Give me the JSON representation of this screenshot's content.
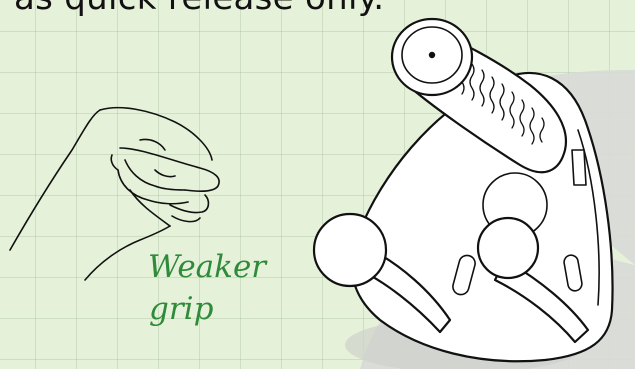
{
  "caption": "as quick release only.",
  "grip_label": {
    "line1": "Weaker",
    "line2": "grip"
  },
  "colors": {
    "background": "#e6f1da",
    "grid": "#b8cfae",
    "label_green": "#2f8a3a",
    "ink": "#111111",
    "shadow_band": "#d4d6d2"
  },
  "icons": [
    "hand-fist-icon",
    "joystick-controller-illustration"
  ]
}
